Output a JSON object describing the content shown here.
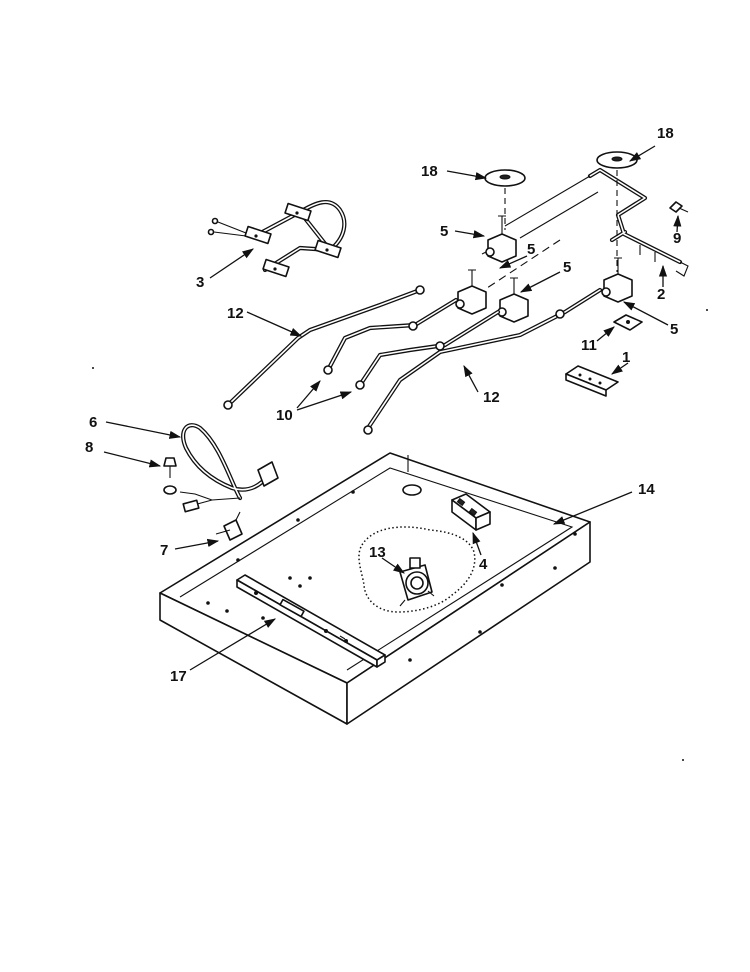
{
  "callouts": {
    "c1": "1",
    "c2": "2",
    "c3": "3",
    "c4": "4",
    "c5a": "5",
    "c5b": "5",
    "c5c": "5",
    "c5d": "5",
    "c6": "6",
    "c7": "7",
    "c8": "8",
    "c9": "9",
    "c10": "10",
    "c11": "11",
    "c12a": "12",
    "c12b": "12",
    "c13": "13",
    "c14": "14",
    "c17": "17",
    "c18a": "18",
    "c18b": "18"
  },
  "colors": {
    "line": "#111111",
    "background": "#ffffff"
  }
}
